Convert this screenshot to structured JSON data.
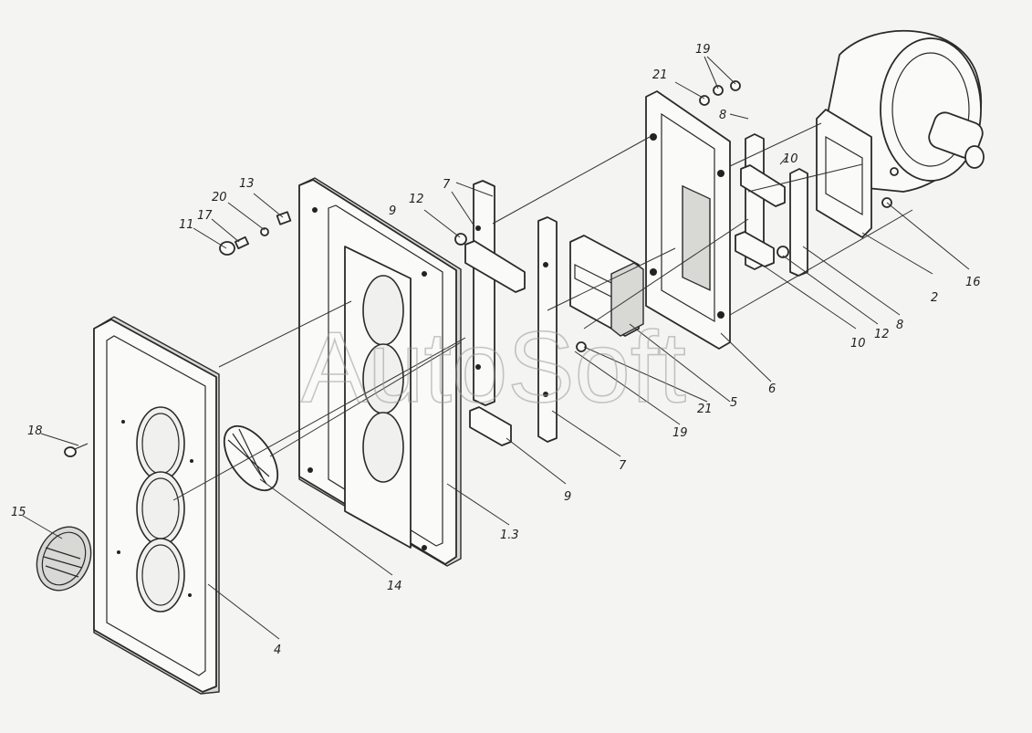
{
  "watermark": "AutoSoft",
  "callouts": {
    "c1_3": "1.3",
    "c2": "2",
    "c4": "4",
    "c5": "5",
    "c6": "6",
    "c7a": "7",
    "c7b": "7",
    "c8a": "8",
    "c8b": "8",
    "c9a": "9",
    "c9b": "9",
    "c10a": "10",
    "c10b": "10",
    "c11": "11",
    "c12a": "12",
    "c12b": "12",
    "c13": "13",
    "c14": "14",
    "c15": "15",
    "c16": "16",
    "c17": "17",
    "c18": "18",
    "c19a": "19",
    "c19b": "19",
    "c20": "20",
    "c21a": "21",
    "c21b": "21"
  },
  "parts": [
    "front-panel",
    "frame-panel",
    "fan-blower",
    "mounting-frame",
    "bracket",
    "vertical-strip",
    "grille",
    "fan-impeller"
  ]
}
